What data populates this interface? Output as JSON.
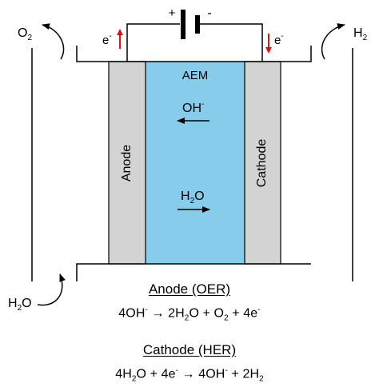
{
  "diagram": {
    "membrane_label": "AEM",
    "anode_label": "Anode",
    "cathode_label": "Cathode",
    "battery": {
      "plus": "+",
      "minus": "-"
    },
    "electron_left": {
      "base": "e",
      "sup": "-"
    },
    "electron_right": {
      "base": "e",
      "sup": "-"
    },
    "oxygen_out": {
      "base": "O",
      "sub": "2"
    },
    "hydrogen_out": {
      "base": "H",
      "sub": "2"
    },
    "water_in": {
      "base": "H",
      "sub": "2",
      "rest": "O"
    },
    "hydroxide": {
      "base": "OH",
      "sup": "-"
    },
    "water_membrane": {
      "base": "H",
      "sub": "2",
      "rest": "O"
    }
  },
  "reactions": {
    "anode": {
      "title": "Anode (OER)",
      "equation": {
        "a": "4OH",
        "a_sup": "-",
        "arrow": "→",
        "b": "2H",
        "b_sub": "2",
        "c": "O + O",
        "c_sub": "2",
        "d": " + 4e",
        "d_sup": "-"
      }
    },
    "cathode": {
      "title": "Cathode (HER)",
      "equation": {
        "a": "4H",
        "a_sub": "2",
        "b": "O + 4e",
        "b_sup": "-",
        "arrow": "→",
        "c": "4OH",
        "c_sup": "-",
        "d": " + 2H",
        "d_sub": "2"
      }
    }
  },
  "colors": {
    "membrane": "#87CDEB",
    "electrode": "#D3D3D3",
    "electron_arrow": "#E01010",
    "outline": "#000000"
  }
}
